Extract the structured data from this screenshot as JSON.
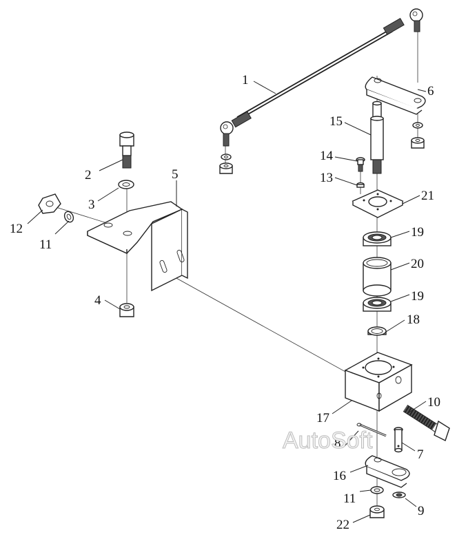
{
  "callouts": {
    "c1": "1",
    "c2": "2",
    "c3": "3",
    "c4": "4",
    "c5": "5",
    "c6": "6",
    "c7": "7",
    "c8": "8",
    "c9": "9",
    "c10": "10",
    "c11a": "11",
    "c11b": "11",
    "c12": "12",
    "c13": "13",
    "c14": "14",
    "c15": "15",
    "c16": "16",
    "c17": "17",
    "c18": "18",
    "c19a": "19",
    "c19b": "19",
    "c20": "20",
    "c21": "21",
    "c22": "22"
  },
  "watermark": "AutoSoft"
}
